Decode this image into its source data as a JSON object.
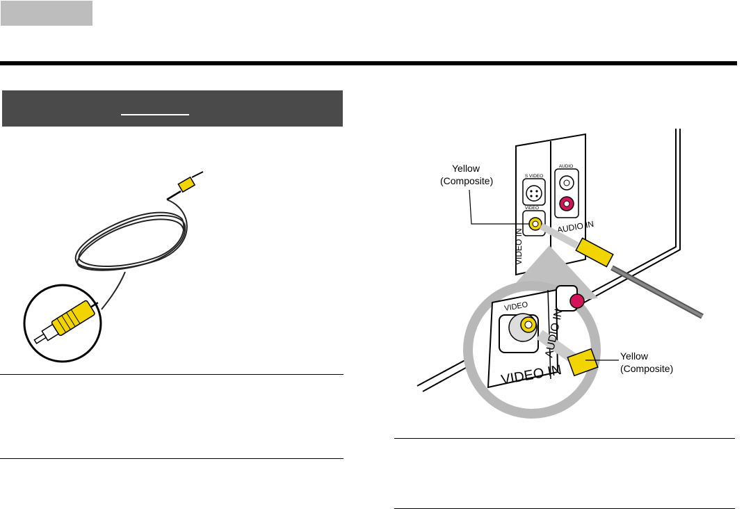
{
  "colors": {
    "tab_gray": "#bdbdbd",
    "banner_gray": "#4a4a4a",
    "connector_yellow": "#f2d400",
    "audio_red": "#d4145a",
    "circle_gray": "#b8b8b8"
  },
  "diagram": {
    "panel_labels": {
      "s_video": "S VIDEO",
      "video": "VIDEO",
      "audio": "AUDIO",
      "audio_in": "AUDIO IN",
      "video_in": "VIDEO IN"
    },
    "callout_top": {
      "line1": "Yellow",
      "line2": "(Composite)"
    },
    "callout_bottom": {
      "line1": "Yellow",
      "line2": "(Composite)"
    },
    "zoom_labels": {
      "video": "VIDEO",
      "video_in": "VIDEO IN",
      "audio_in": "AUDIO IN"
    }
  }
}
